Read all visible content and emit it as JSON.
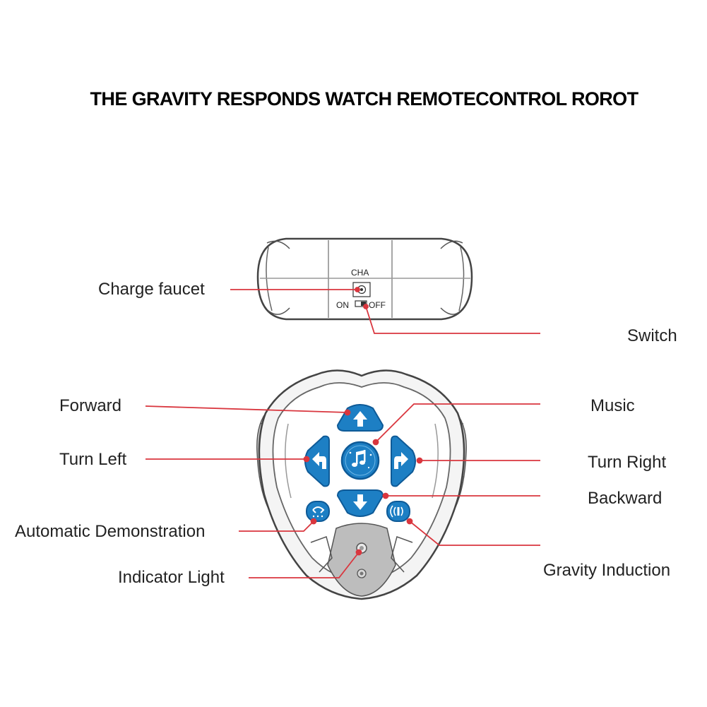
{
  "title": "THE GRAVITY RESPONDS WATCH REMOTECONTROL ROROT",
  "device_top": {
    "port_label": "CHA",
    "switch_on": "ON",
    "switch_off": "OFF"
  },
  "labels": {
    "charge_faucet": "Charge faucet",
    "switch": "Switch",
    "forward": "Forward",
    "music": "Music",
    "turn_left": "Turn Left",
    "turn_right": "Turn Right",
    "backward": "Backward",
    "automatic_demonstration": "Automatic Demonstration",
    "indicator_light": "Indicator Light",
    "gravity_induction": "Gravity Induction"
  },
  "colors": {
    "leader_line": "#d9363e",
    "button_blue": "#1d7fc4",
    "button_blue_dark": "#0e5a97",
    "device_outline": "#555555",
    "device_grey": "#bdbdbd"
  }
}
